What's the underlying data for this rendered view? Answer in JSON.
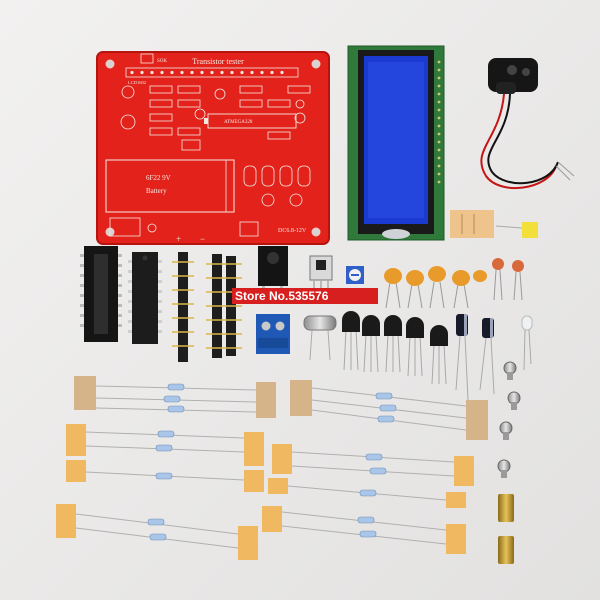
{
  "photo": {
    "background_color": "#ecebea",
    "pcb_color": "#e3221b",
    "silkscreen_color": "#f4e9e2",
    "lcd_bezel_color": "#2f7a3a",
    "lcd_screen_color": "#1b3bd0",
    "header_pin_color": "#1e1e1e",
    "terminal_block_color": "#1f59b5",
    "ceramic_cap_color": "#e89a2a",
    "resistor_body_color": "#a9c6e8",
    "resistor_paper_color": "#f0b860"
  },
  "pcb": {
    "title": "Transistor tester",
    "label_power_switch": "SOK",
    "label_lcd": "LCD1602",
    "label_mcu": "ATMEGA328",
    "label_battery_type": "6F22 9V",
    "label_battery": "Battery",
    "label_dc_input": "DC6.8-12V",
    "label_plus": "+",
    "label_minus": "−"
  },
  "watermark": {
    "text": "Store No.535576"
  }
}
